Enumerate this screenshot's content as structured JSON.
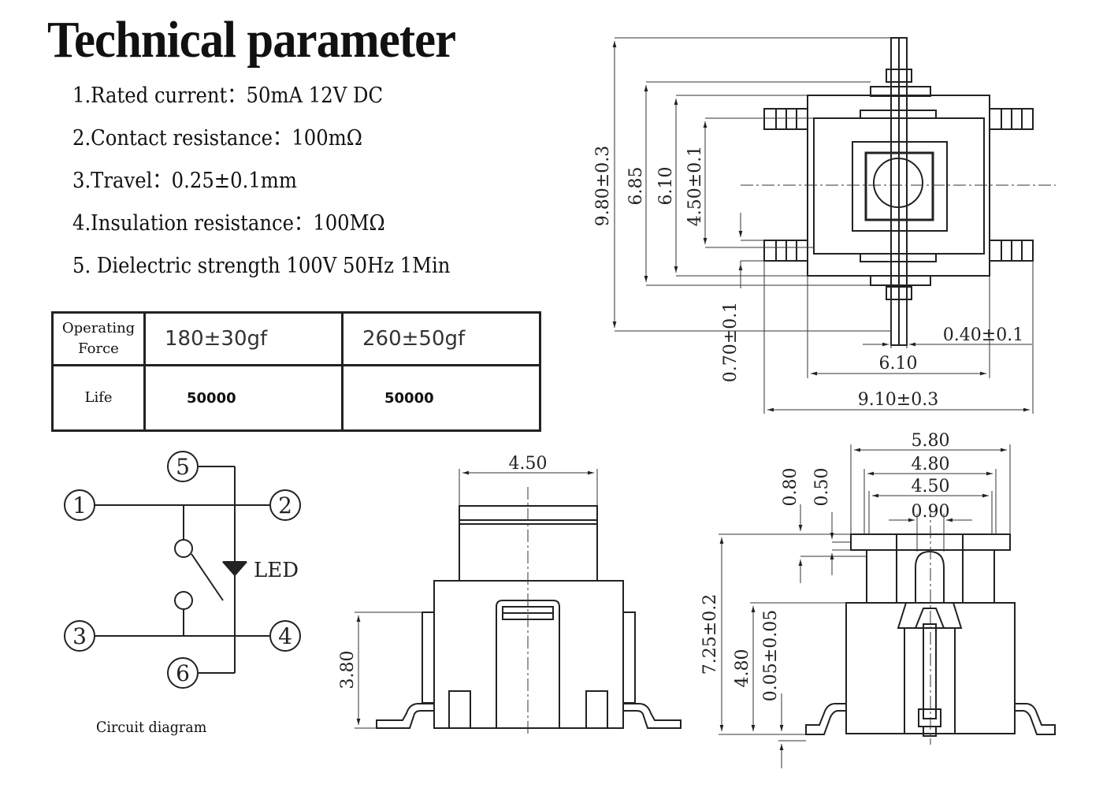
{
  "title": "Technical parameter",
  "parameters": [
    "1.Rated current：50mA 12V DC",
    "2.Contact resistance：100mΩ",
    "3.Travel：0.25±0.1mm",
    "4.Insulation resistance：100MΩ",
    "5. Dielectric strength 100V 50Hz 1Min"
  ],
  "table": {
    "row1_label_line1": "Operating",
    "row1_label_line2": "Force",
    "force_a": "180±30gf",
    "force_b": "260±50gf",
    "row2_label": "Life",
    "life_a": "50000",
    "life_b": "50000"
  },
  "circuit": {
    "caption": "Circuit diagram",
    "pin1": "1",
    "pin2": "2",
    "pin3": "3",
    "pin4": "4",
    "pin5": "5",
    "pin6": "6",
    "led_label": "LED"
  },
  "top_view": {
    "d_980": "9.80±0.3",
    "d_685": "6.85",
    "d_610v": "6.10",
    "d_450v": "4.50±0.1",
    "d_070": "0.70±0.1",
    "d_040": "0.40±0.1",
    "d_610h": "6.10",
    "d_910": "9.10±0.3"
  },
  "front_view": {
    "d_450": "4.50",
    "d_380": "3.80"
  },
  "side_view": {
    "d_580": "5.80",
    "d_480h": "4.80",
    "d_450": "4.50",
    "d_090": "0.90",
    "d_080": "0.80",
    "d_050": "0.50",
    "d_725": "7.25±0.2",
    "d_480v": "4.80",
    "d_005": "0.05±0.05"
  }
}
